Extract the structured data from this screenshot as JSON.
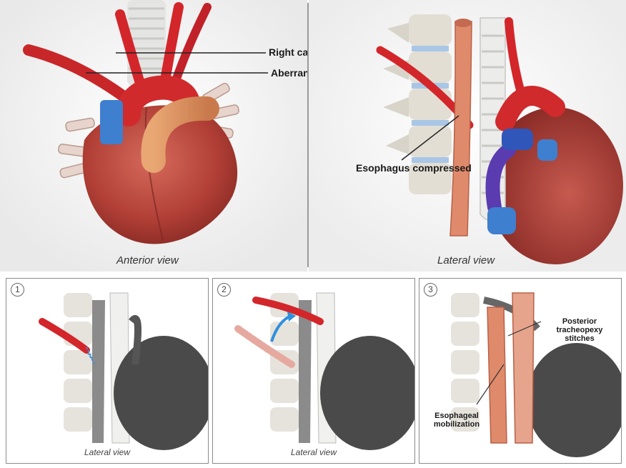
{
  "top_panels": {
    "anterior": {
      "caption": "Anterior view",
      "labels": {
        "right_carotid": "Right carotid a.",
        "aberrant_rsca": "Aberrant RSCA"
      }
    },
    "lateral": {
      "caption": "Lateral view",
      "labels": {
        "esophagus": "Esophagus compressed"
      }
    }
  },
  "steps": [
    {
      "number": "1",
      "caption": "Lateral view"
    },
    {
      "number": "2",
      "caption": "Lateral view"
    },
    {
      "number": "3",
      "labels": {
        "tracheopexy": "Posterior tracheopexy stitches",
        "mobilization": "Esophageal mobilization"
      }
    }
  ],
  "colors": {
    "artery": "#d3262a",
    "vein": "#3e7fcf",
    "heart": "#b9433a",
    "esophagus": "#e08a6c",
    "trachea": "#ececea",
    "grey_structure": "#555555"
  }
}
